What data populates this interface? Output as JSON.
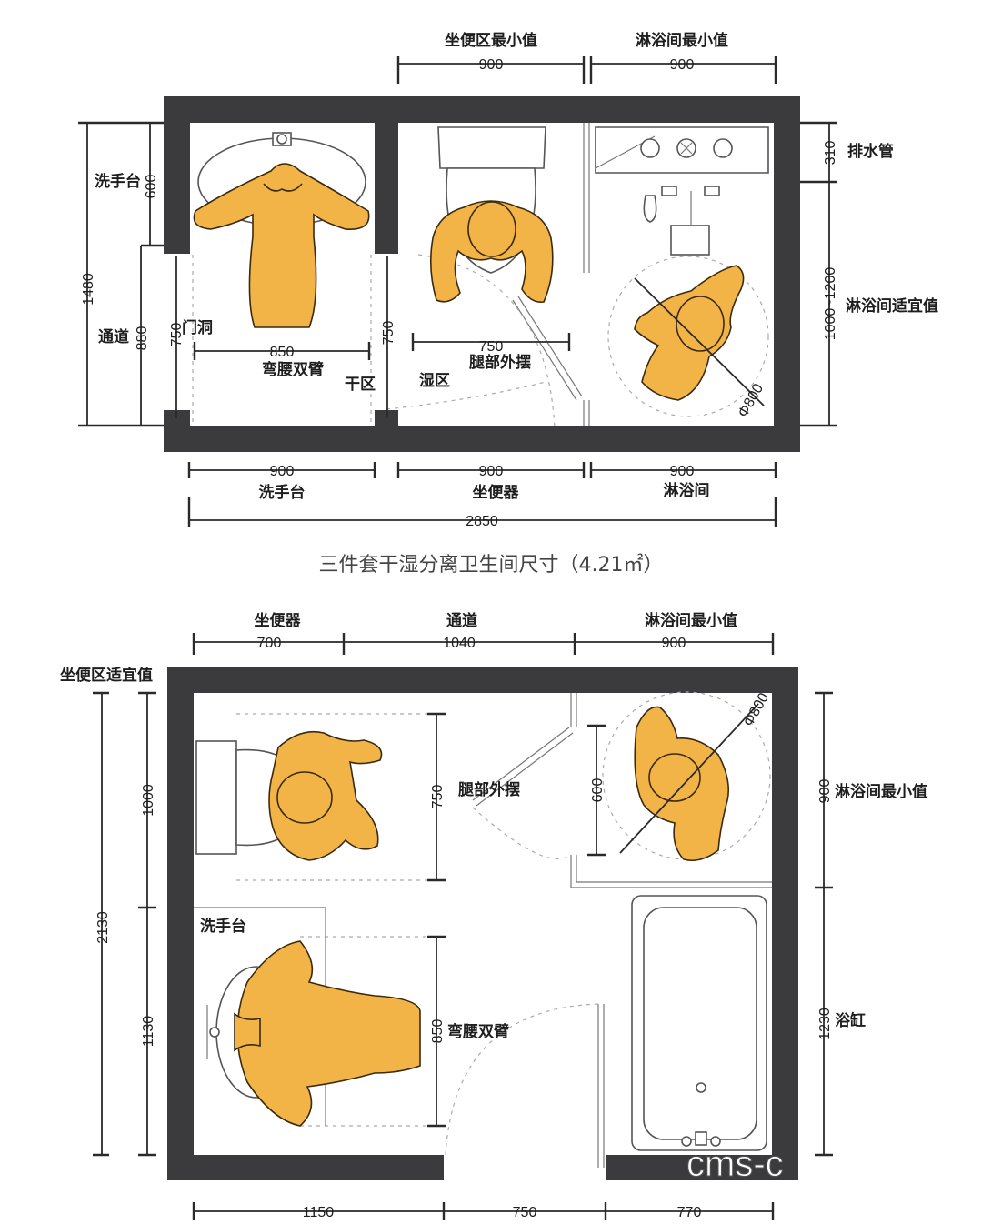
{
  "caption": "三件套干湿分离卫生间尺寸（4.21㎡）",
  "watermark": "cms-c",
  "plan1": {
    "top_labels": {
      "toilet_zone_min": "坐便区最小值",
      "shower_min": "淋浴间最小值"
    },
    "top_dims": {
      "a": "900",
      "b": "900"
    },
    "bottom_dims": {
      "a": "900",
      "b": "900",
      "c": "900",
      "total": "2850"
    },
    "bottom_labels": {
      "basin": "洗手台",
      "toilet": "坐便器",
      "shower": "淋浴间"
    },
    "left_dims": {
      "basin": "600",
      "passage": "880",
      "total": "1480",
      "door": "750"
    },
    "left_labels": {
      "basin": "洗手台",
      "passage": "通道",
      "door_opening": "门洞"
    },
    "right_dims": {
      "drain": "310",
      "shower": "1000~1200"
    },
    "right_labels": {
      "drain": "排水管",
      "shower_suitable": "淋浴间适宜值"
    },
    "inner": {
      "bend_width": "850",
      "bend_label": "弯腰双臂",
      "leg_width": "750",
      "leg_label": "腿部外摆",
      "door2": "750",
      "dry": "干区",
      "wet": "湿区",
      "circle": "Φ800"
    }
  },
  "plan2": {
    "top_labels": {
      "toilet": "坐便器",
      "passage": "通道",
      "shower_min": "淋浴间最小值"
    },
    "top_dims": {
      "a": "700",
      "b": "1040",
      "c": "900"
    },
    "left_label": "坐便区适宜值",
    "left_dims": {
      "toilet": "1000",
      "basin": "1130",
      "total": "2130"
    },
    "right_dims": {
      "shower": "900",
      "tub": "1230"
    },
    "right_labels": {
      "shower_min": "淋浴间最小值",
      "tub": "浴缸"
    },
    "bottom_dims": {
      "a": "1150",
      "b": "750",
      "c": "770"
    },
    "inner": {
      "leg_depth": "750",
      "leg_label": "腿部外摆",
      "shower_door": "600",
      "circle": "Φ800",
      "basin": "洗手台",
      "bend_depth": "850",
      "bend_label": "弯腰双臂"
    }
  },
  "colors": {
    "wall": "#3b3b3d",
    "person": "#f2b446",
    "line": "#2a2a2a"
  }
}
